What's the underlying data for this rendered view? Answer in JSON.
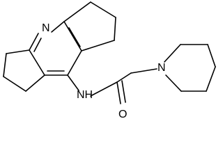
{
  "diagram": {
    "kind": "skeletal-structure",
    "atom_labels": {
      "ring_nitrogen": "N",
      "piperidine_nitrogen": "N",
      "amide_nitrogen": "NH",
      "carbonyl_oxygen": "O"
    },
    "colors": {
      "bond": "#000000",
      "label": "#000000",
      "background": "#ffffff"
    }
  }
}
